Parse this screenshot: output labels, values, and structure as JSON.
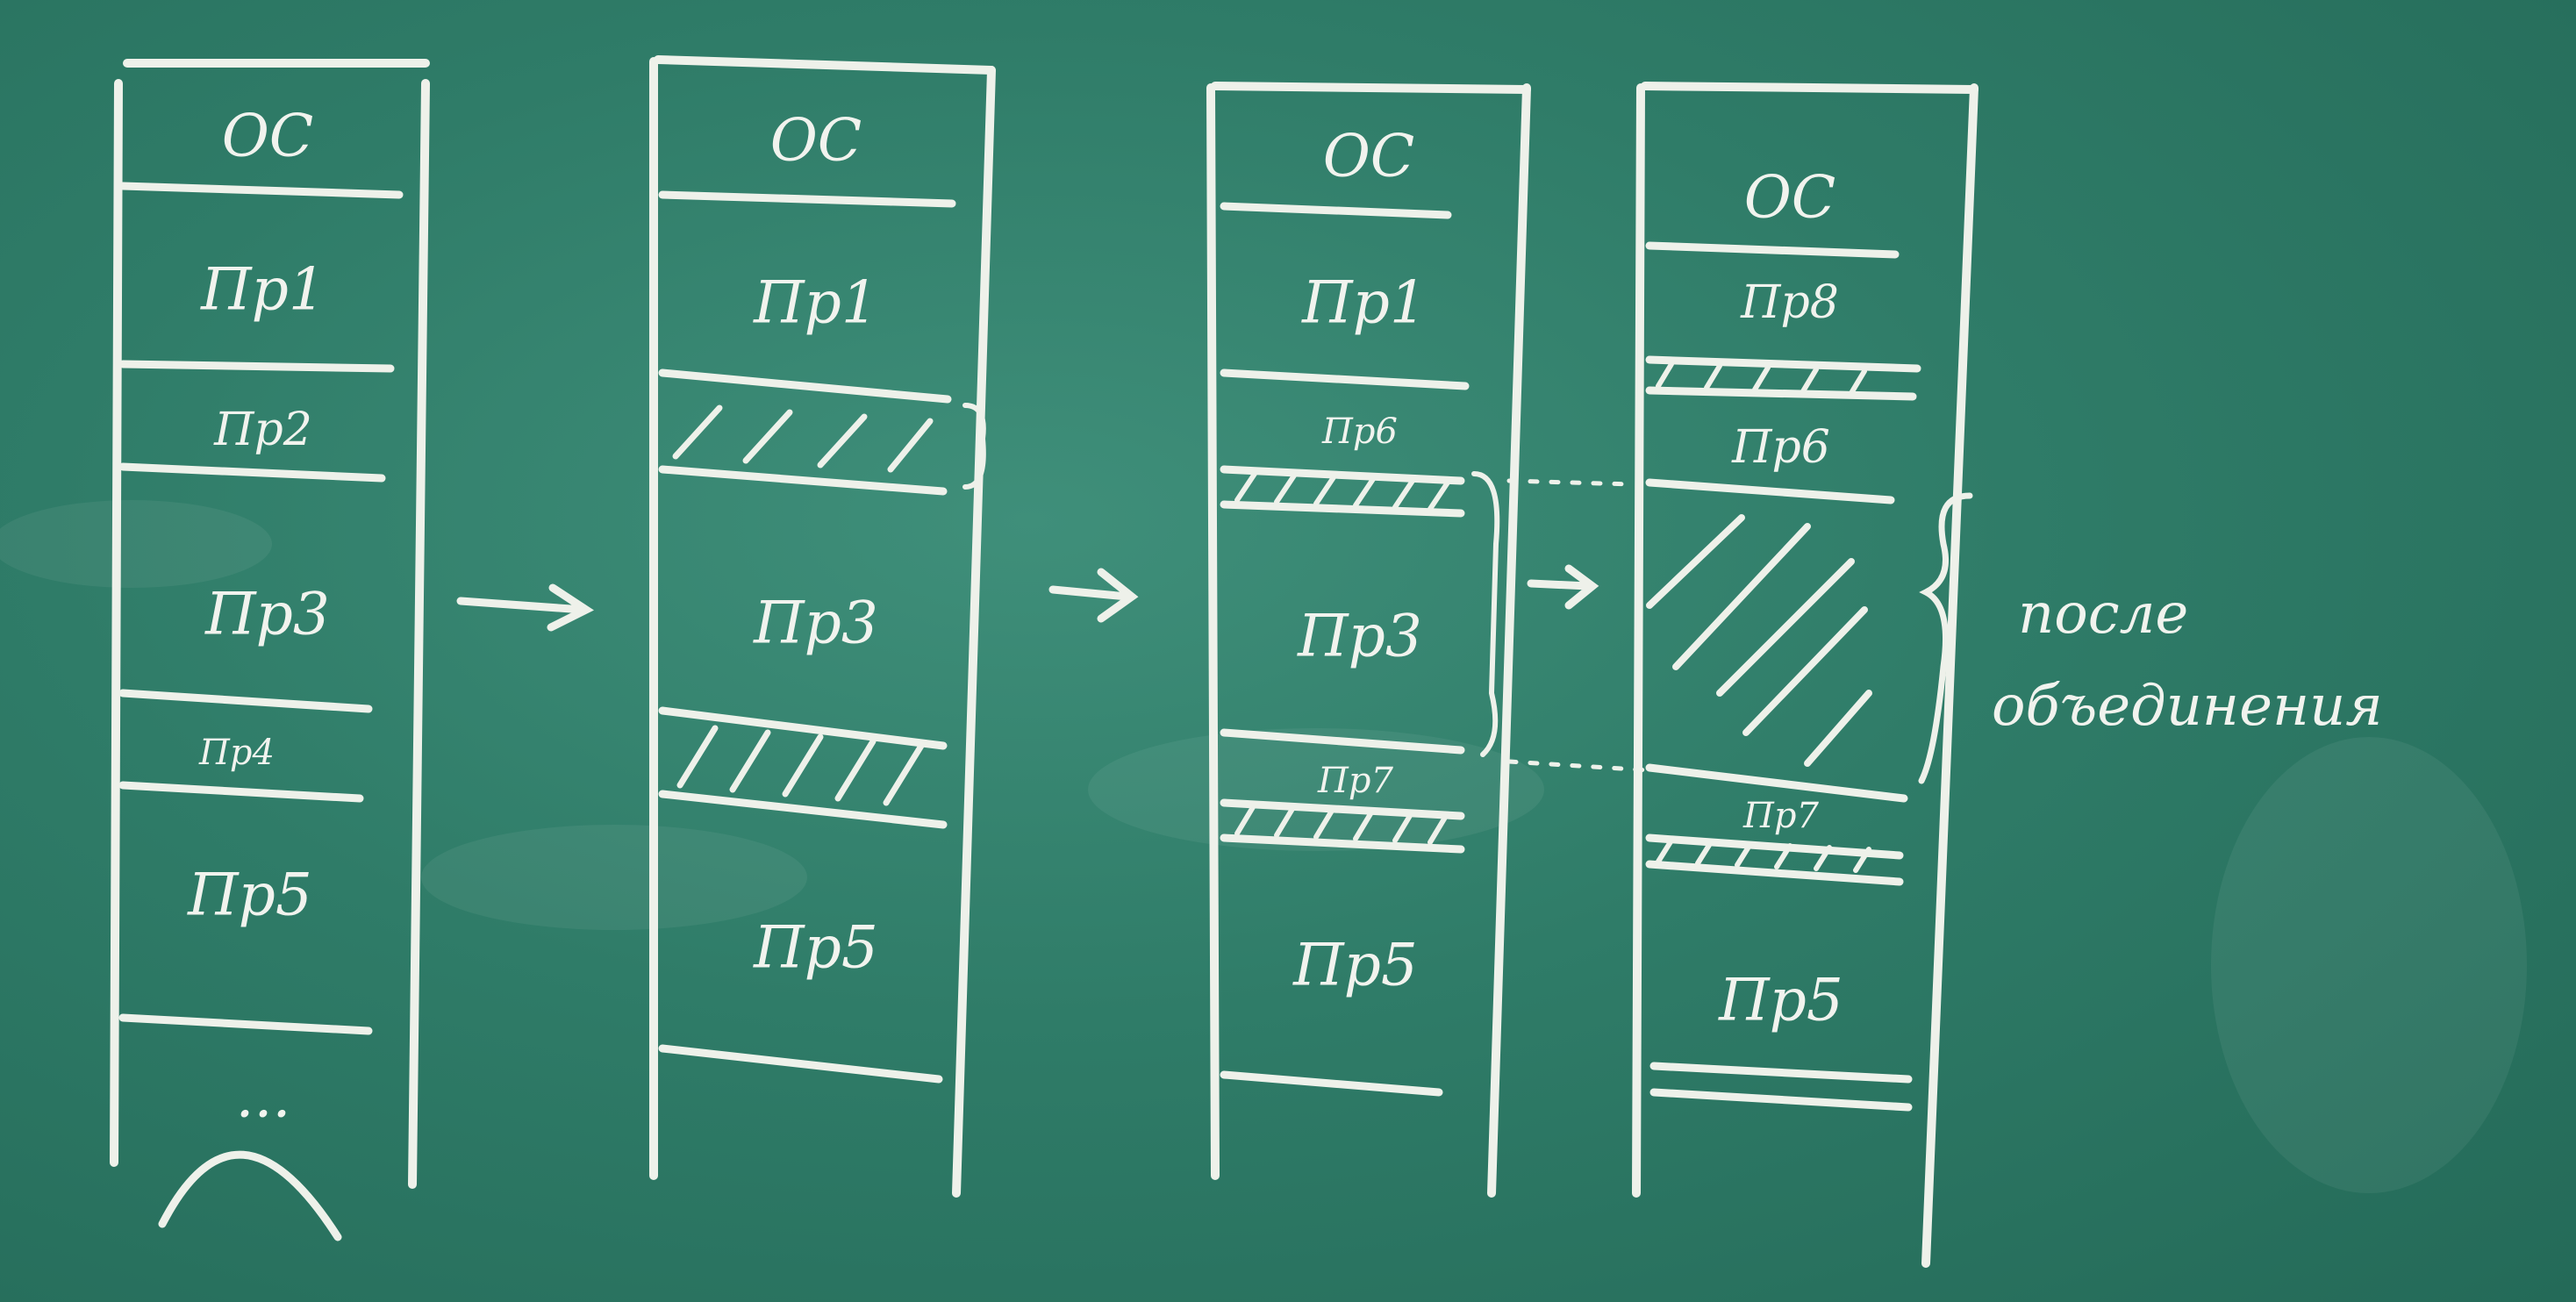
{
  "columns": [
    {
      "segments": [
        {
          "label": "ОС"
        },
        {
          "label": "Пр1"
        },
        {
          "label": "Пр2"
        },
        {
          "label": "Пр3"
        },
        {
          "label": "Пр4"
        },
        {
          "label": "Пр5"
        }
      ],
      "ellipsis": "..."
    },
    {
      "segments": [
        {
          "label": "ОС"
        },
        {
          "label": "Пр1"
        },
        {
          "label": ""
        },
        {
          "label": "Пр3"
        },
        {
          "label": ""
        },
        {
          "label": "Пр5"
        }
      ]
    },
    {
      "segments": [
        {
          "label": "ОС"
        },
        {
          "label": "Пр1"
        },
        {
          "label": "Пр6"
        },
        {
          "label": ""
        },
        {
          "label": "Пр3"
        },
        {
          "label": "Пр7"
        },
        {
          "label": ""
        },
        {
          "label": "Пр5"
        }
      ]
    },
    {
      "segments": [
        {
          "label": "ОС"
        },
        {
          "label": "Пр8"
        },
        {
          "label": ""
        },
        {
          "label": "Пр6"
        },
        {
          "label": ""
        },
        {
          "label": "Пр7"
        },
        {
          "label": ""
        },
        {
          "label": "Пр5"
        }
      ]
    }
  ],
  "annotation": {
    "line1": "после",
    "line2": "объединения"
  },
  "colors": {
    "board": "#2f7c68",
    "chalk": "#eef1ea"
  }
}
